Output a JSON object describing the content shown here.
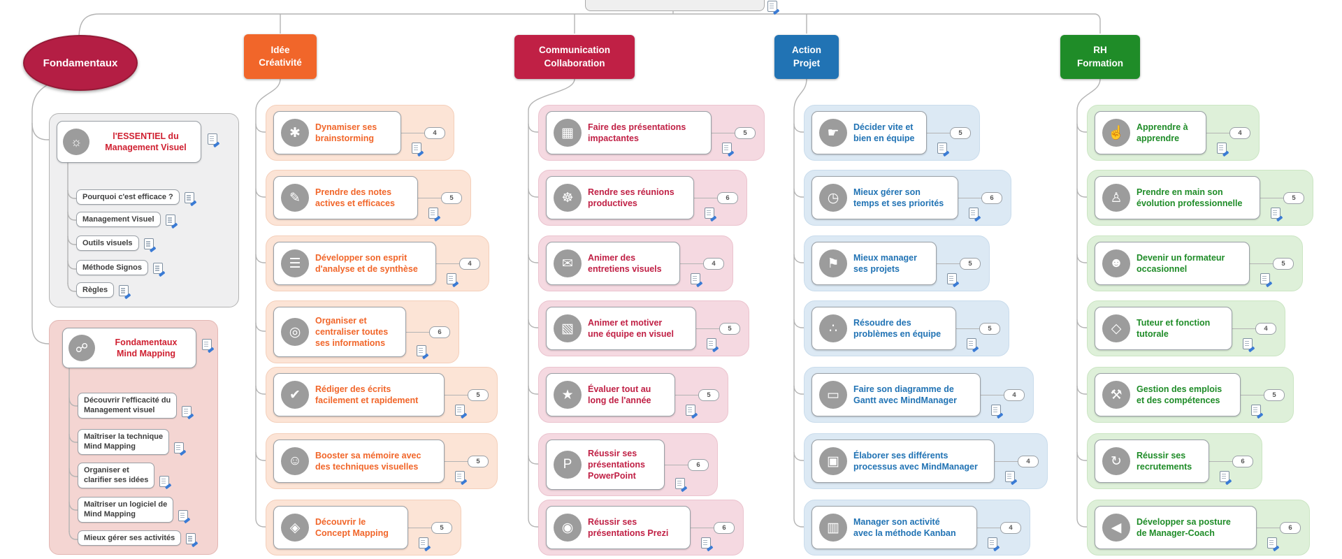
{
  "branches": [
    {
      "label": "Fondamentaux",
      "accent": "#b41e44",
      "sections": [
        {
          "label": "l'ESSENTIEL du\nManagement Visuel",
          "icon": "lightbulb-icon",
          "glyph": "☼",
          "items": [
            {
              "label": "Pourquoi c'est efficace ?"
            },
            {
              "label": "Management Visuel"
            },
            {
              "label": "Outils visuels"
            },
            {
              "label": "Méthode Signos"
            },
            {
              "label": "Règles"
            }
          ]
        },
        {
          "label": "Fondamentaux\nMind Mapping",
          "icon": "mindmap-icon",
          "glyph": "☍",
          "items": [
            {
              "label": "Découvrir l'efficacité du\nManagement visuel"
            },
            {
              "label": "Maîtriser la technique\nMind Mapping"
            },
            {
              "label": "Organiser et\nclarifier ses idées"
            },
            {
              "label": "Maîtriser un logiciel de\nMind Mapping"
            },
            {
              "label": "Mieux gérer ses activités"
            }
          ]
        }
      ]
    },
    {
      "label": "Idée\nCréativité",
      "accent": "#f1662a",
      "tint": "#fce4d6",
      "topics": [
        {
          "label": "Dynamiser ses\nbrainstorming",
          "badge": "4",
          "icon": "brainstorm-icon",
          "glyph": "✱"
        },
        {
          "label": "Prendre des notes\nactives et efficaces",
          "badge": "5",
          "icon": "notepad-icon",
          "glyph": "✎"
        },
        {
          "label": "Développer son esprit\nd'analyse et de synthèse",
          "badge": "4",
          "icon": "list-analysis-icon",
          "glyph": "☰"
        },
        {
          "label": "Organiser et\ncentraliser toutes\nses informations",
          "badge": "6",
          "icon": "magnifier-icon",
          "glyph": "◎"
        },
        {
          "label": "Rédiger des écrits\nfacilement et rapidement",
          "badge": "5",
          "icon": "document-check-icon",
          "glyph": "✔"
        },
        {
          "label": "Booster sa mémoire avec\ndes techniques visuelles",
          "badge": "5",
          "icon": "memory-person-icon",
          "glyph": "☺"
        },
        {
          "label": "Découvrir le\nConcept Mapping",
          "badge": "5",
          "icon": "concept-map-icon",
          "glyph": "◈"
        }
      ]
    },
    {
      "label": "Communication\nCollaboration",
      "accent": "#c02045",
      "tint": "#f5d9e1",
      "topics": [
        {
          "label": "Faire des présentations\nimpactantes",
          "badge": "5",
          "icon": "presentation-board-icon",
          "glyph": "▦"
        },
        {
          "label": "Rendre ses réunions\nproductives",
          "badge": "6",
          "icon": "gear-people-icon",
          "glyph": "☸"
        },
        {
          "label": "Animer des\nentretiens visuels",
          "badge": "4",
          "icon": "chat-bubbles-icon",
          "glyph": "✉"
        },
        {
          "label": "Animer et motiver\nune équipe en visuel",
          "badge": "5",
          "icon": "team-board-icon",
          "glyph": "▧"
        },
        {
          "label": "Évaluer tout au\nlong de l'année",
          "badge": "5",
          "icon": "award-star-icon",
          "glyph": "★"
        },
        {
          "label": "Réussir ses\nprésentations\nPowerPoint",
          "badge": "6",
          "icon": "powerpoint-icon",
          "glyph": "P"
        },
        {
          "label": "Réussir ses\nprésentations Prezi",
          "badge": "6",
          "icon": "prezi-spiral-icon",
          "glyph": "◉"
        }
      ]
    },
    {
      "label": "Action\nProjet",
      "accent": "#2173b4",
      "tint": "#dce9f4",
      "topics": [
        {
          "label": "Décider vite et\nbien en équipe",
          "badge": "5",
          "icon": "signpost-icon",
          "glyph": "☛"
        },
        {
          "label": "Mieux gérer son\ntemps et ses priorités",
          "badge": "6",
          "icon": "clock-icon",
          "glyph": "◷"
        },
        {
          "label": "Mieux manager\nses projets",
          "badge": "5",
          "icon": "finish-flag-icon",
          "glyph": "⚑"
        },
        {
          "label": "Résoudre des\nproblèmes en équipe",
          "badge": "5",
          "icon": "nodes-problem-icon",
          "glyph": "∴"
        },
        {
          "label": "Faire son diagramme de\nGantt avec MindManager",
          "badge": "4",
          "icon": "gantt-chart-icon",
          "glyph": "▭"
        },
        {
          "label": "Élaborer ses différents\nprocessus avec MindManager",
          "badge": "4",
          "icon": "process-flow-icon",
          "glyph": "▣"
        },
        {
          "label": "Manager son activité\navec la méthode Kanban",
          "badge": "4",
          "icon": "kanban-board-icon",
          "glyph": "▥"
        }
      ]
    },
    {
      "label": "RH\nFormation",
      "accent": "#1f8c28",
      "tint": "#def0d9",
      "topics": [
        {
          "label": "Apprendre à\napprendre",
          "badge": "4",
          "icon": "learning-book-icon",
          "glyph": "☝"
        },
        {
          "label": "Prendre en main son\névolution professionnelle",
          "badge": "5",
          "icon": "person-pin-icon",
          "glyph": "♙"
        },
        {
          "label": "Devenir un formateur\noccasionnel",
          "badge": "5",
          "icon": "trainer-speech-icon",
          "glyph": "☻"
        },
        {
          "label": "Tuteur et fonction\ntutorale",
          "badge": "4",
          "icon": "tutor-frame-icon",
          "glyph": "◇"
        },
        {
          "label": "Gestion des emplois\net des compétences",
          "badge": "5",
          "icon": "briefcase-icon",
          "glyph": "⚒"
        },
        {
          "label": "Réussir ses\nrecrutements",
          "badge": "6",
          "icon": "recruitment-sync-icon",
          "glyph": "↻"
        },
        {
          "label": "Développer sa posture\nde Manager-Coach",
          "badge": "6",
          "icon": "megaphone-icon",
          "glyph": "◀"
        }
      ]
    }
  ]
}
